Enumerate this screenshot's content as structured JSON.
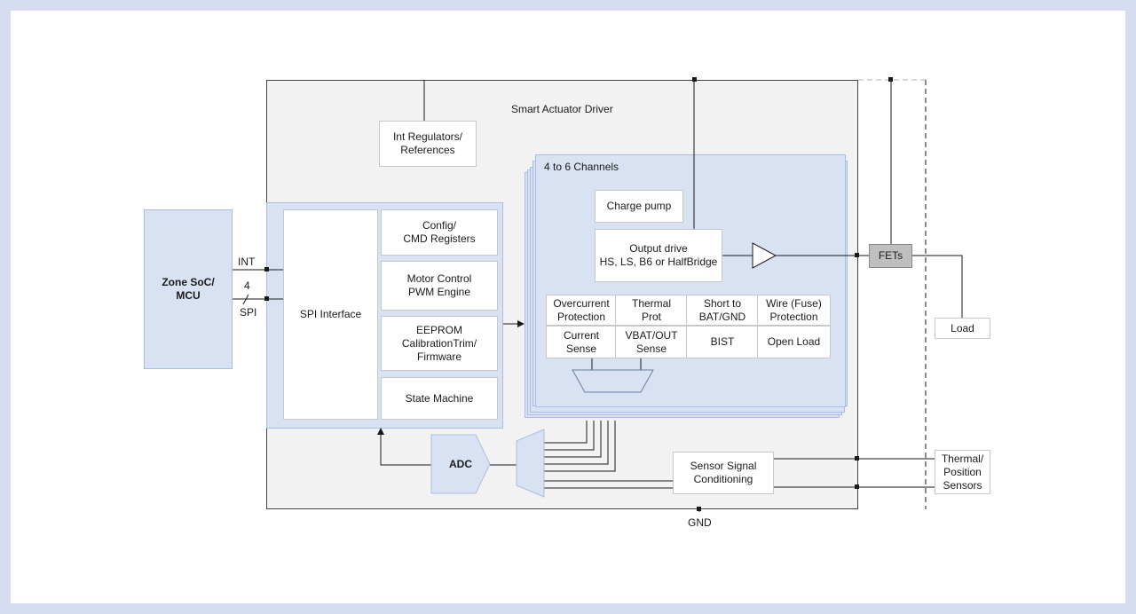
{
  "diagram": {
    "driver_title": "Smart Actuator Driver",
    "zone_soc": "Zone SoC/\nMCU",
    "int_label": "INT",
    "spi_count": "4",
    "spi_slash": "/",
    "spi_label": "SPI",
    "int_regulators": "Int Regulators/\nReferences",
    "spi_interface": "SPI Interface",
    "config_cmd": "Config/\nCMD Registers",
    "motor_pwm": "Motor Control\nPWM Engine",
    "eeprom": "EEPROM\nCalibrationTrim/\nFirmware",
    "state_machine": "State Machine",
    "channels_title": "4 to 6 Channels",
    "charge_pump": "Charge pump",
    "output_drive": "Output drive\nHS, LS, B6 or HalfBridge",
    "protections": [
      "Overcurrent\nProtection",
      "Thermal\nProt",
      "Short to\nBAT/GND",
      "Wire (Fuse)\nProtection",
      "Current\nSense",
      "VBAT/OUT\nSense",
      "BIST",
      "Open Load"
    ],
    "adc": "ADC",
    "sensor_signal": "Sensor Signal\nConditioning",
    "gnd": "GND",
    "fets": "FETs",
    "load": "Load",
    "thermal_sensors": "Thermal/\nPosition\nSensors"
  },
  "colors": {
    "background": "#d6dcf0",
    "driver_fill": "#f2f2f2",
    "block_blue": "#d9e2f3",
    "block_border": "#a9bde0",
    "fets_gray": "#bfbfbf",
    "line": "#1a1a1a"
  }
}
